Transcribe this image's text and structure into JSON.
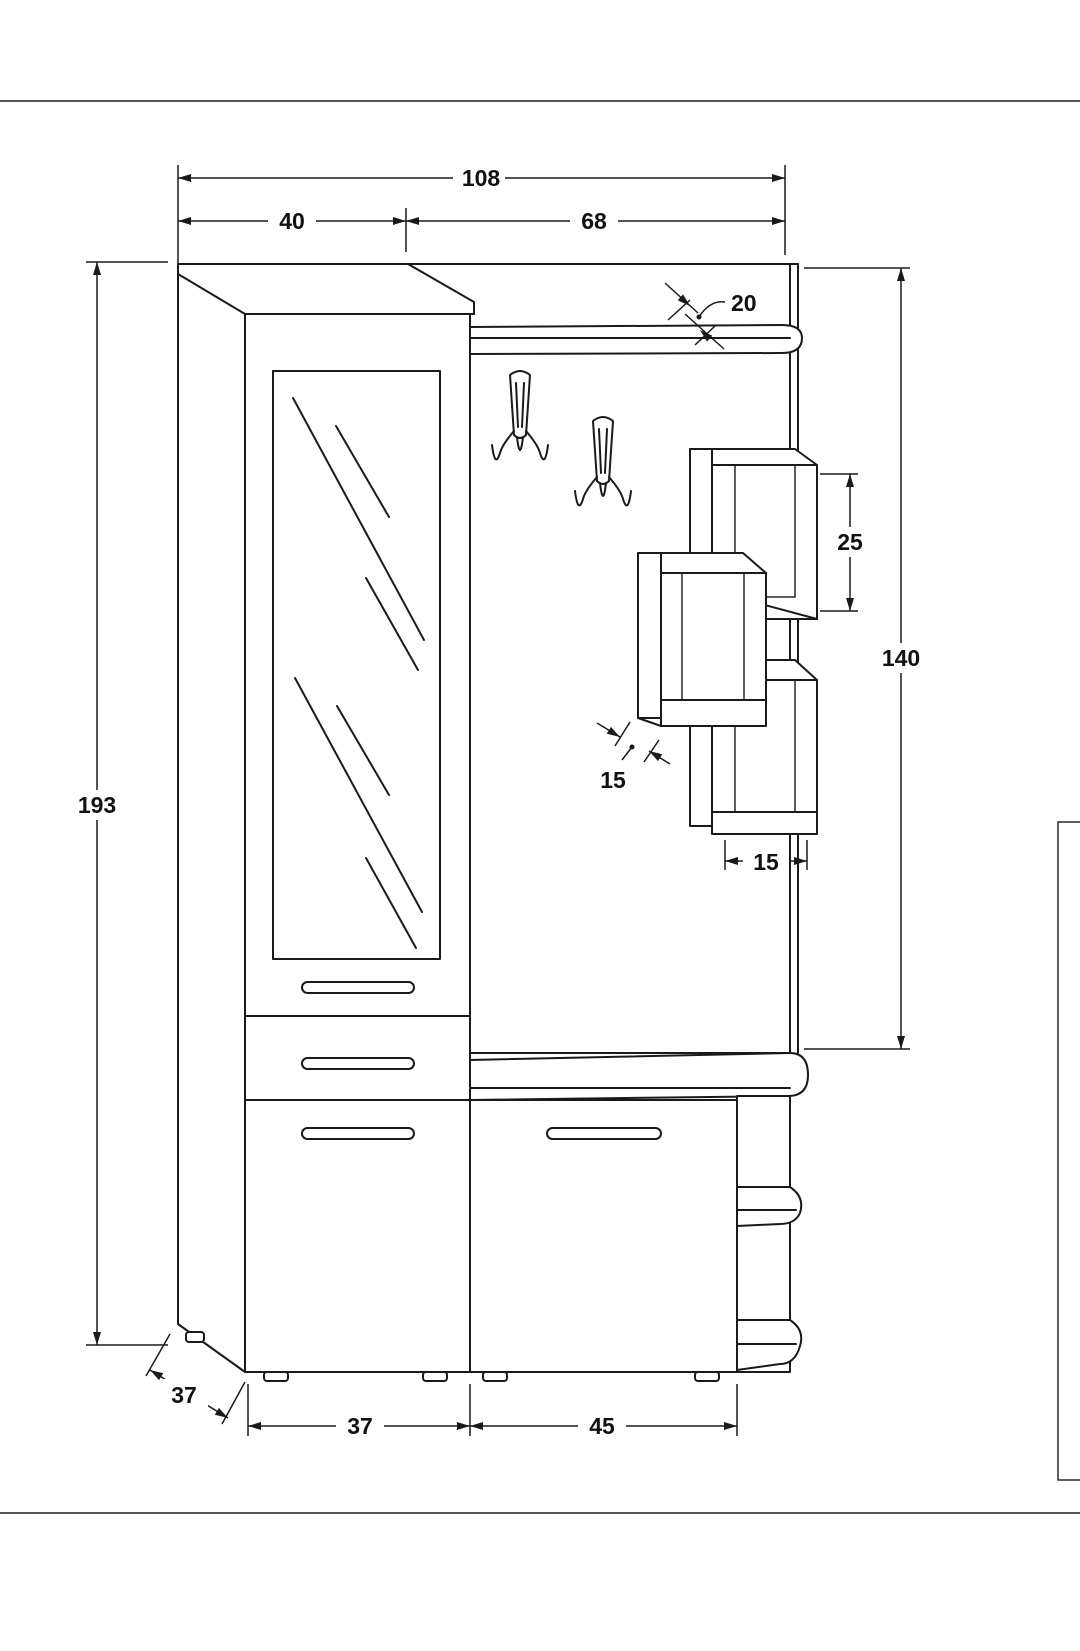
{
  "dimensions": {
    "total_width": "108",
    "tall_cabinet_width": "40",
    "coat_section_width": "68",
    "total_height": "193",
    "panel_height": "140",
    "top_shelf_offset": "20",
    "cube_height": "25",
    "cube_side_thickness": "15",
    "cube_bottom_width": "15",
    "depth": "37",
    "tall_cabinet_front_width": "37",
    "shoe_cabinet_width": "45"
  }
}
